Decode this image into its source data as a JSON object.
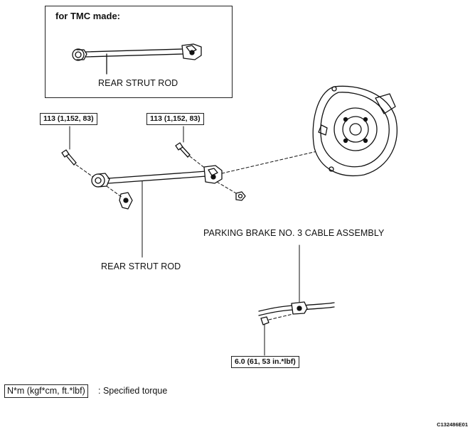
{
  "inset": {
    "title": "for TMC made:",
    "part_label": "REAR STRUT ROD"
  },
  "labels": {
    "rear_strut_rod": "REAR STRUT ROD",
    "parking_brake_cable": "PARKING BRAKE NO. 3 CABLE ASSEMBLY"
  },
  "torque_specs": {
    "left_bolt": "113 (1,152, 83)",
    "right_bolt": "113 (1,152, 83)",
    "cable_bolt": "6.0 (61, 53 in.*lbf)"
  },
  "legend": {
    "unit": "N*m (kgf*cm, ft.*lbf)",
    "meaning": ": Specified torque"
  },
  "figure_code": "C132486E01"
}
